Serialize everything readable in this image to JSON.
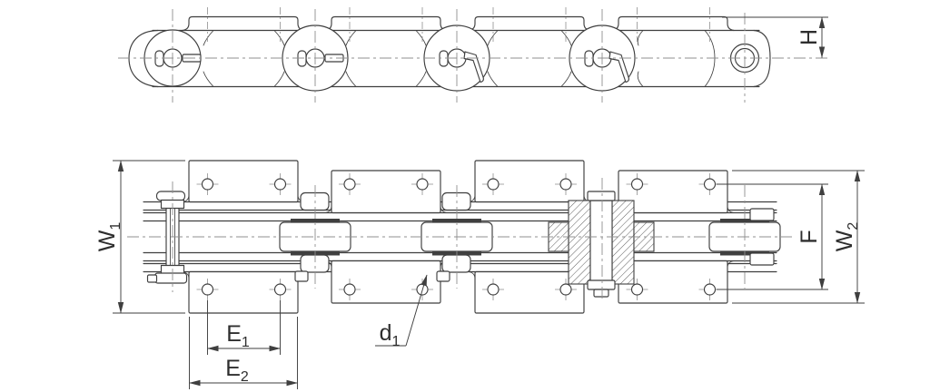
{
  "drawing": {
    "kind": "conveyor-roller-chain-with-attachments-technical-drawing",
    "views": [
      "side-elevation",
      "plan"
    ]
  },
  "labels": {
    "h": {
      "base": "H",
      "sub": ""
    },
    "w1": {
      "base": "W",
      "sub": "1"
    },
    "w2": {
      "base": "W",
      "sub": "2"
    },
    "f": {
      "base": "F",
      "sub": ""
    },
    "e1": {
      "base": "E",
      "sub": "1"
    },
    "e2": {
      "base": "E",
      "sub": "2"
    },
    "d1": {
      "base": "d",
      "sub": "1"
    }
  },
  "colors": {
    "line": "#3f3f3f",
    "centerline": "#8f8f8f",
    "dimension": "#3f3f3f",
    "text": "#2e2e2e",
    "background": "#ffffff",
    "hatch": "#4a4a4a"
  }
}
